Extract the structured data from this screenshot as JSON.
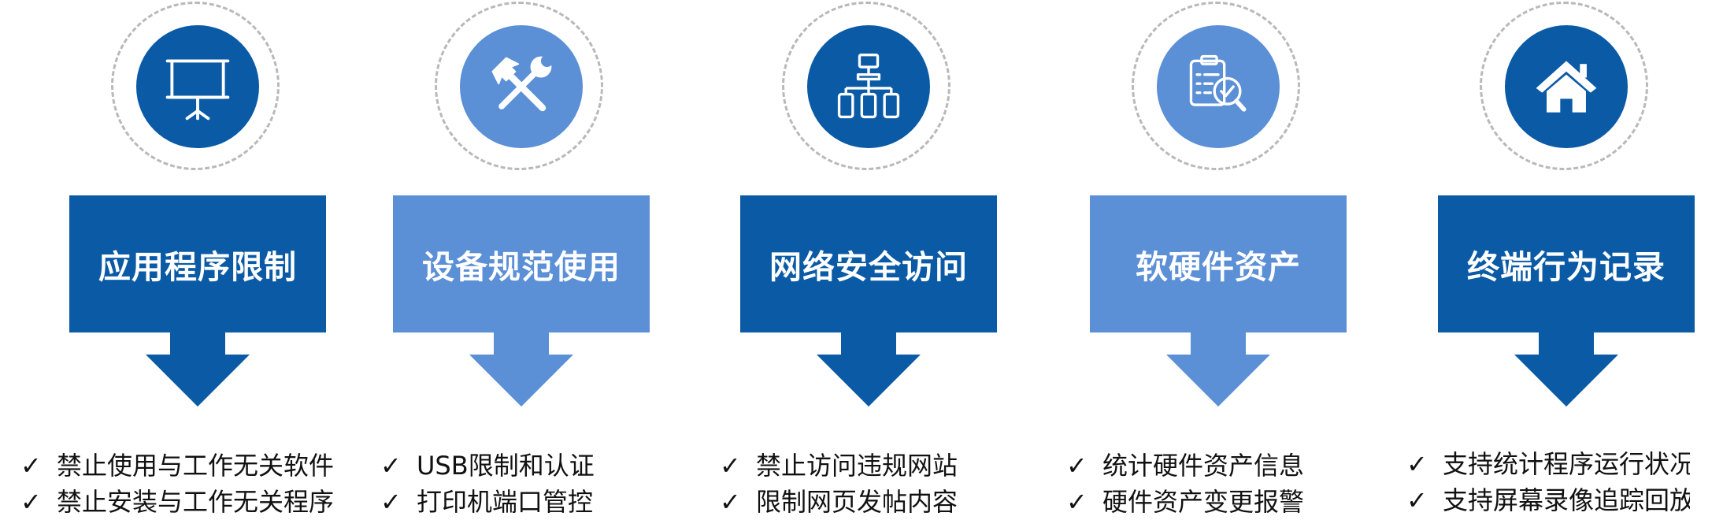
{
  "check_symbol": "✓",
  "columns": [
    {
      "title": "应用程序限制",
      "icon": "projector-screen-icon",
      "items": [
        "禁止使用与工作无关软件",
        "禁止安装与工作无关程序"
      ]
    },
    {
      "title": "设备规范使用",
      "icon": "hammer-wrench-icon",
      "items": [
        "USB限制和认证",
        "打印机端口管控"
      ]
    },
    {
      "title": "网络安全访问",
      "icon": "network-hierarchy-icon",
      "items": [
        "禁止访问违规网站",
        "限制网页发帖内容"
      ]
    },
    {
      "title": "软硬件资产",
      "icon": "document-search-icon",
      "items": [
        "统计硬件资产信息",
        "硬件资产变更报警"
      ]
    },
    {
      "title": "终端行为记录",
      "icon": "home-icon",
      "items": [
        "支持统计程序运行状况",
        "支持屏幕录像追踪回放"
      ]
    }
  ],
  "colors": {
    "dark_blue": "#0a5aa6",
    "light_blue": "#5b8fd6",
    "ring_gray": "#b9b9b9"
  }
}
